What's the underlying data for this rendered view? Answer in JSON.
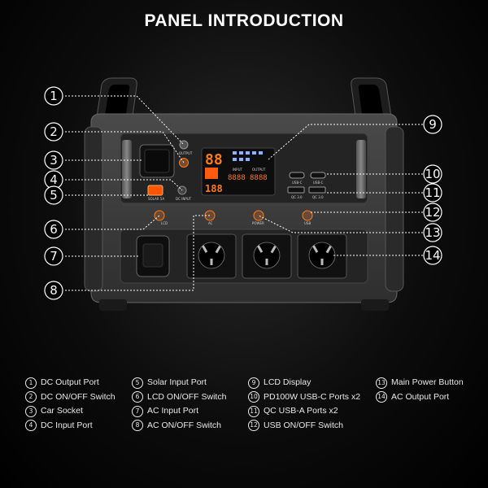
{
  "title": "PANEL INTRODUCTION",
  "device_labels": {
    "output": "OUTPUT",
    "dc_input": "DC INPUT",
    "solar": "SOLAR 5A",
    "lcd": "LCD",
    "ac": "AC",
    "power": "POWER",
    "usb": "USB",
    "usb_c": "USB-C",
    "qc": "QC 3.0",
    "input": "INPUT",
    "output_lcd": "OUTPUT"
  },
  "lcd": {
    "main": "88",
    "sub": "188",
    "input_val": "8888",
    "output_val": "8888"
  },
  "callouts": [
    "1",
    "2",
    "3",
    "4",
    "5",
    "6",
    "7",
    "8",
    "9",
    "10",
    "11",
    "12",
    "13",
    "14"
  ],
  "legend": [
    {
      "num": "1",
      "label": "DC Output Port"
    },
    {
      "num": "2",
      "label": "DC ON/OFF Switch"
    },
    {
      "num": "3",
      "label": "Car Socket"
    },
    {
      "num": "4",
      "label": "DC Input Port"
    },
    {
      "num": "5",
      "label": "Solar Input Port"
    },
    {
      "num": "6",
      "label": "LCD ON/OFF Switch"
    },
    {
      "num": "7",
      "label": "AC Input Port"
    },
    {
      "num": "8",
      "label": "AC ON/OFF Switch"
    },
    {
      "num": "9",
      "label": "LCD Display"
    },
    {
      "num": "10",
      "label": "PD100W USB-C Ports x2"
    },
    {
      "num": "11",
      "label": "QC USB-A Ports x2"
    },
    {
      "num": "12",
      "label": "USB ON/OFF Switch"
    },
    {
      "num": "13",
      "label": "Main Power Button"
    },
    {
      "num": "14",
      "label": "AC Output Port"
    }
  ],
  "colors": {
    "accent": "#ff7a1a",
    "body": "#3a3a3a",
    "panel": "#262626",
    "line": "#ffffff"
  }
}
